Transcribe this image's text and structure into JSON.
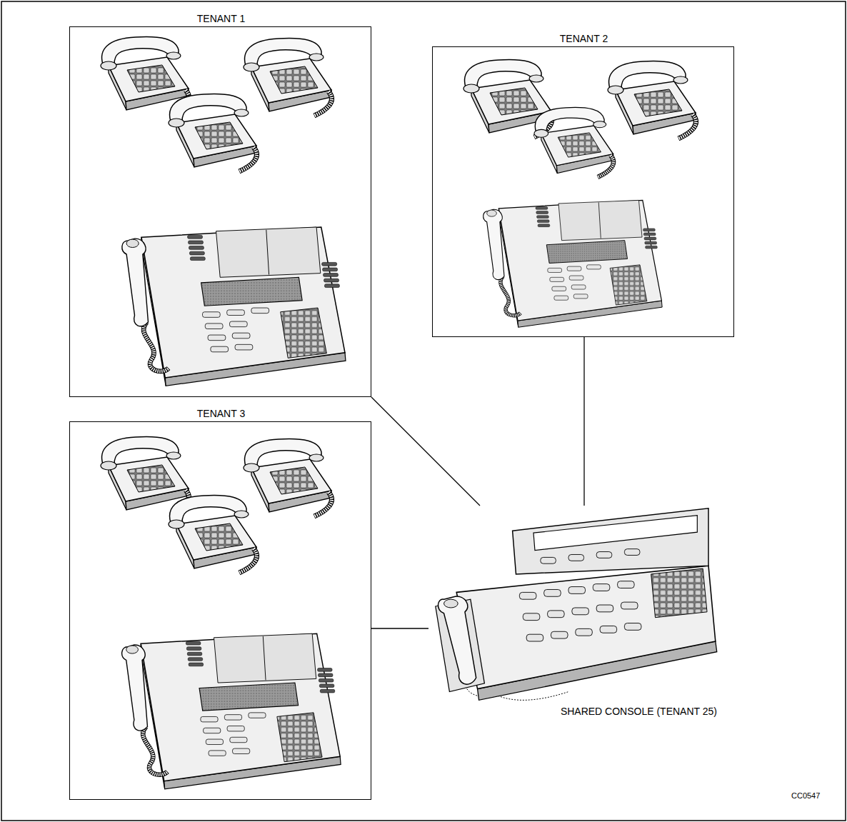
{
  "diagram": {
    "nodes": [
      {
        "text": [
          "TENANT 1"
        ]
      },
      {
        "text": [
          "TENANT 2"
        ]
      },
      {
        "text": [
          "TENANT 3"
        ]
      },
      {
        "text": [
          "SHARED CONSOLE (TENANT 25)"
        ]
      }
    ],
    "edges": [
      {
        "from": 0,
        "to": 3,
        "arrow": "none"
      },
      {
        "from": 1,
        "to": 3,
        "arrow": "none"
      },
      {
        "from": 2,
        "to": 3,
        "arrow": "none"
      }
    ],
    "labels": [
      "CC0547"
    ]
  }
}
